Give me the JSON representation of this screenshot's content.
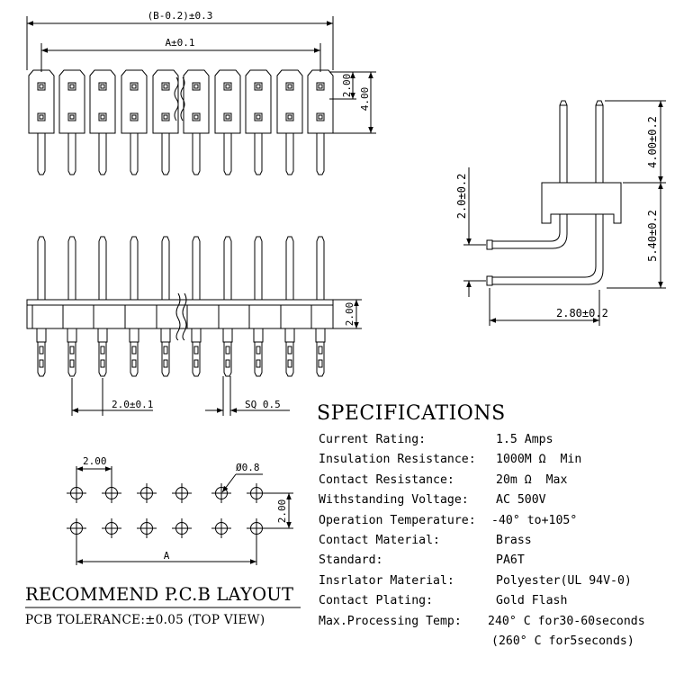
{
  "labels": {
    "overall_width": "(B-0.2)±0.3",
    "pitch_span": "A±0.1",
    "side_pin_height": "2.00",
    "side_total_height": "4.00",
    "front_body_height": "2.00",
    "pitch": "2.0±0.1",
    "pin_square": "SQ 0.5",
    "ra_vertical_spacing": "2.0±0.2",
    "ra_top_length": "4.00±0.2",
    "ra_bottom_length": "5.40±0.2",
    "ra_horizontal": "2.80±0.2",
    "pcb_pitch": "2.00",
    "pcb_hole": "Ø0.8",
    "pcb_row_spacing": "2.00",
    "pcb_span": "A"
  },
  "pcb": {
    "title": "RECOMMEND P.C.B LAYOUT",
    "tolerance": "PCB TOLERANCE:±0.05 (TOP VIEW)"
  },
  "specs": {
    "title": "SPECIFICATIONS",
    "rows": [
      {
        "label": "Current Rating:",
        "value": "1.5 Amps"
      },
      {
        "label": "Insulation Resistance:",
        "value": "1000M Ω  Min"
      },
      {
        "label": "Contact Resistance:",
        "value": "20m Ω  Max"
      },
      {
        "label": "Withstanding Voltage:",
        "value": "AC 500V"
      },
      {
        "label": "Operation Temperature:",
        "value": "-40° to+105°"
      },
      {
        "label": "Contact Material:",
        "value": "Brass"
      },
      {
        "label": "Standard:",
        "value": "PA6T"
      },
      {
        "label": "Insrlator Material:",
        "value": "Polyester(UL 94V-0)"
      },
      {
        "label": "Contact Plating:",
        "value": "Gold Flash"
      },
      {
        "label": "Max.Processing Temp:",
        "value": "240° C for30-60seconds"
      },
      {
        "label": "",
        "value": "(260° C for5seconds)"
      }
    ]
  }
}
